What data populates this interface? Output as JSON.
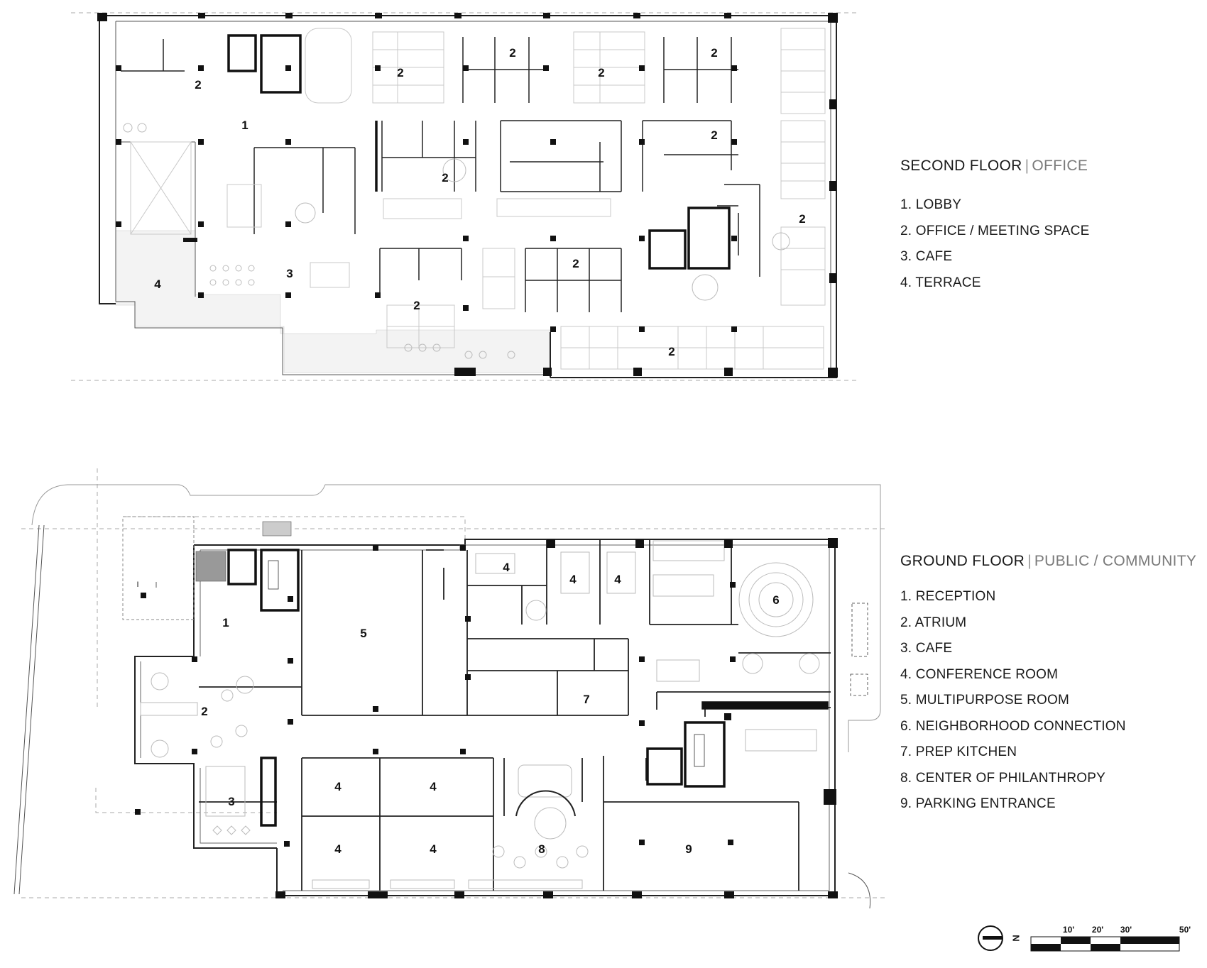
{
  "second_floor": {
    "title": "SECOND FLOOR",
    "subtitle": "OFFICE",
    "legend": [
      "1. LOBBY",
      "2. OFFICE / MEETING SPACE",
      "3. CAFE",
      "4. TERRACE"
    ],
    "room_labels": [
      "2",
      "2",
      "2",
      "2",
      "2",
      "1",
      "2",
      "2",
      "2",
      "2",
      "4",
      "3",
      "2",
      "2",
      "2"
    ]
  },
  "ground_floor": {
    "title": "GROUND FLOOR",
    "subtitle": "PUBLIC / COMMUNITY",
    "legend": [
      "1. RECEPTION",
      "2. ATRIUM",
      "3. CAFE",
      "4. CONFERENCE ROOM",
      "5. MULTIPURPOSE ROOM",
      "6. NEIGHBORHOOD CONNECTION",
      "7. PREP KITCHEN",
      "8. CENTER OF PHILANTHROPY",
      "9. PARKING ENTRANCE"
    ],
    "room_labels": [
      "4",
      "4",
      "4",
      "6",
      "1",
      "5",
      "2",
      "7",
      "4",
      "4",
      "3",
      "4",
      "4",
      "8",
      "9",
      "I"
    ]
  },
  "separator": "|",
  "north_arrow": {
    "letter": "N",
    "icon": "north-arrow-icon"
  },
  "scale_bar": {
    "labels": [
      "10'",
      "20'",
      "30'",
      "50'"
    ],
    "icon": "scale-bar-icon"
  }
}
